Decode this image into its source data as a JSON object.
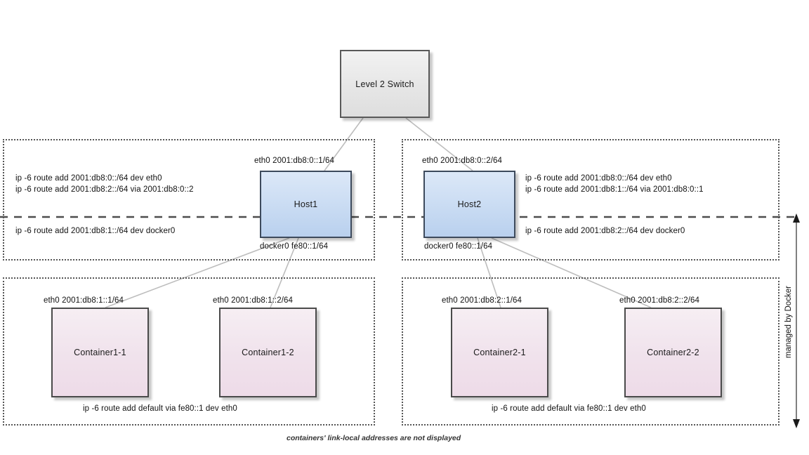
{
  "diagram": {
    "title_caption": "containers' link-local addresses are not displayed",
    "bracket_label": "managed by Docker",
    "colors": {
      "switch_fill": "#e6e6e6",
      "host_fill": "#c7daf2",
      "container_fill": "#f0e2ec",
      "border": "#4d4d4d",
      "connector": "#b3b3b3",
      "dashed_line": "#4d4d4d",
      "group_border": "#555555"
    }
  },
  "switch": {
    "label": "Level 2 Switch"
  },
  "hosts": [
    {
      "label": "Host1",
      "eth0_label": "eth0 2001:db8:0::1/64",
      "docker0_label": "docker0 fe80::1/64",
      "routes_above": "ip -6 route add 2001:db8:0::/64 dev eth0\nip -6 route add 2001:db8:2::/64 via 2001:db8:0::2",
      "routes_below": "ip -6 route add 2001:db8:1::/64 dev docker0"
    },
    {
      "label": "Host2",
      "eth0_label": "eth0 2001:db8:0::2/64",
      "docker0_label": "docker0 fe80::1/64",
      "routes_above": "ip -6 route add 2001:db8:0::/64 dev eth0\nip -6 route add 2001:db8:1::/64 via 2001:db8:0::1",
      "routes_below": "ip -6 route add 2001:db8:2::/64 dev docker0"
    }
  ],
  "container_groups": [
    {
      "default_route": "ip -6 route add default via fe80::1 dev eth0",
      "containers": [
        {
          "label": "Container1-1",
          "eth0_label": "eth0 2001:db8:1::1/64"
        },
        {
          "label": "Container1-2",
          "eth0_label": "eth0 2001:db8:1::2/64"
        }
      ]
    },
    {
      "default_route": "ip -6 route add default via fe80::1 dev eth0",
      "containers": [
        {
          "label": "Container2-1",
          "eth0_label": "eth0 2001:db8:2::1/64"
        },
        {
          "label": "Container2-2",
          "eth0_label": "eth0 2001:db8:2::2/64"
        }
      ]
    }
  ]
}
